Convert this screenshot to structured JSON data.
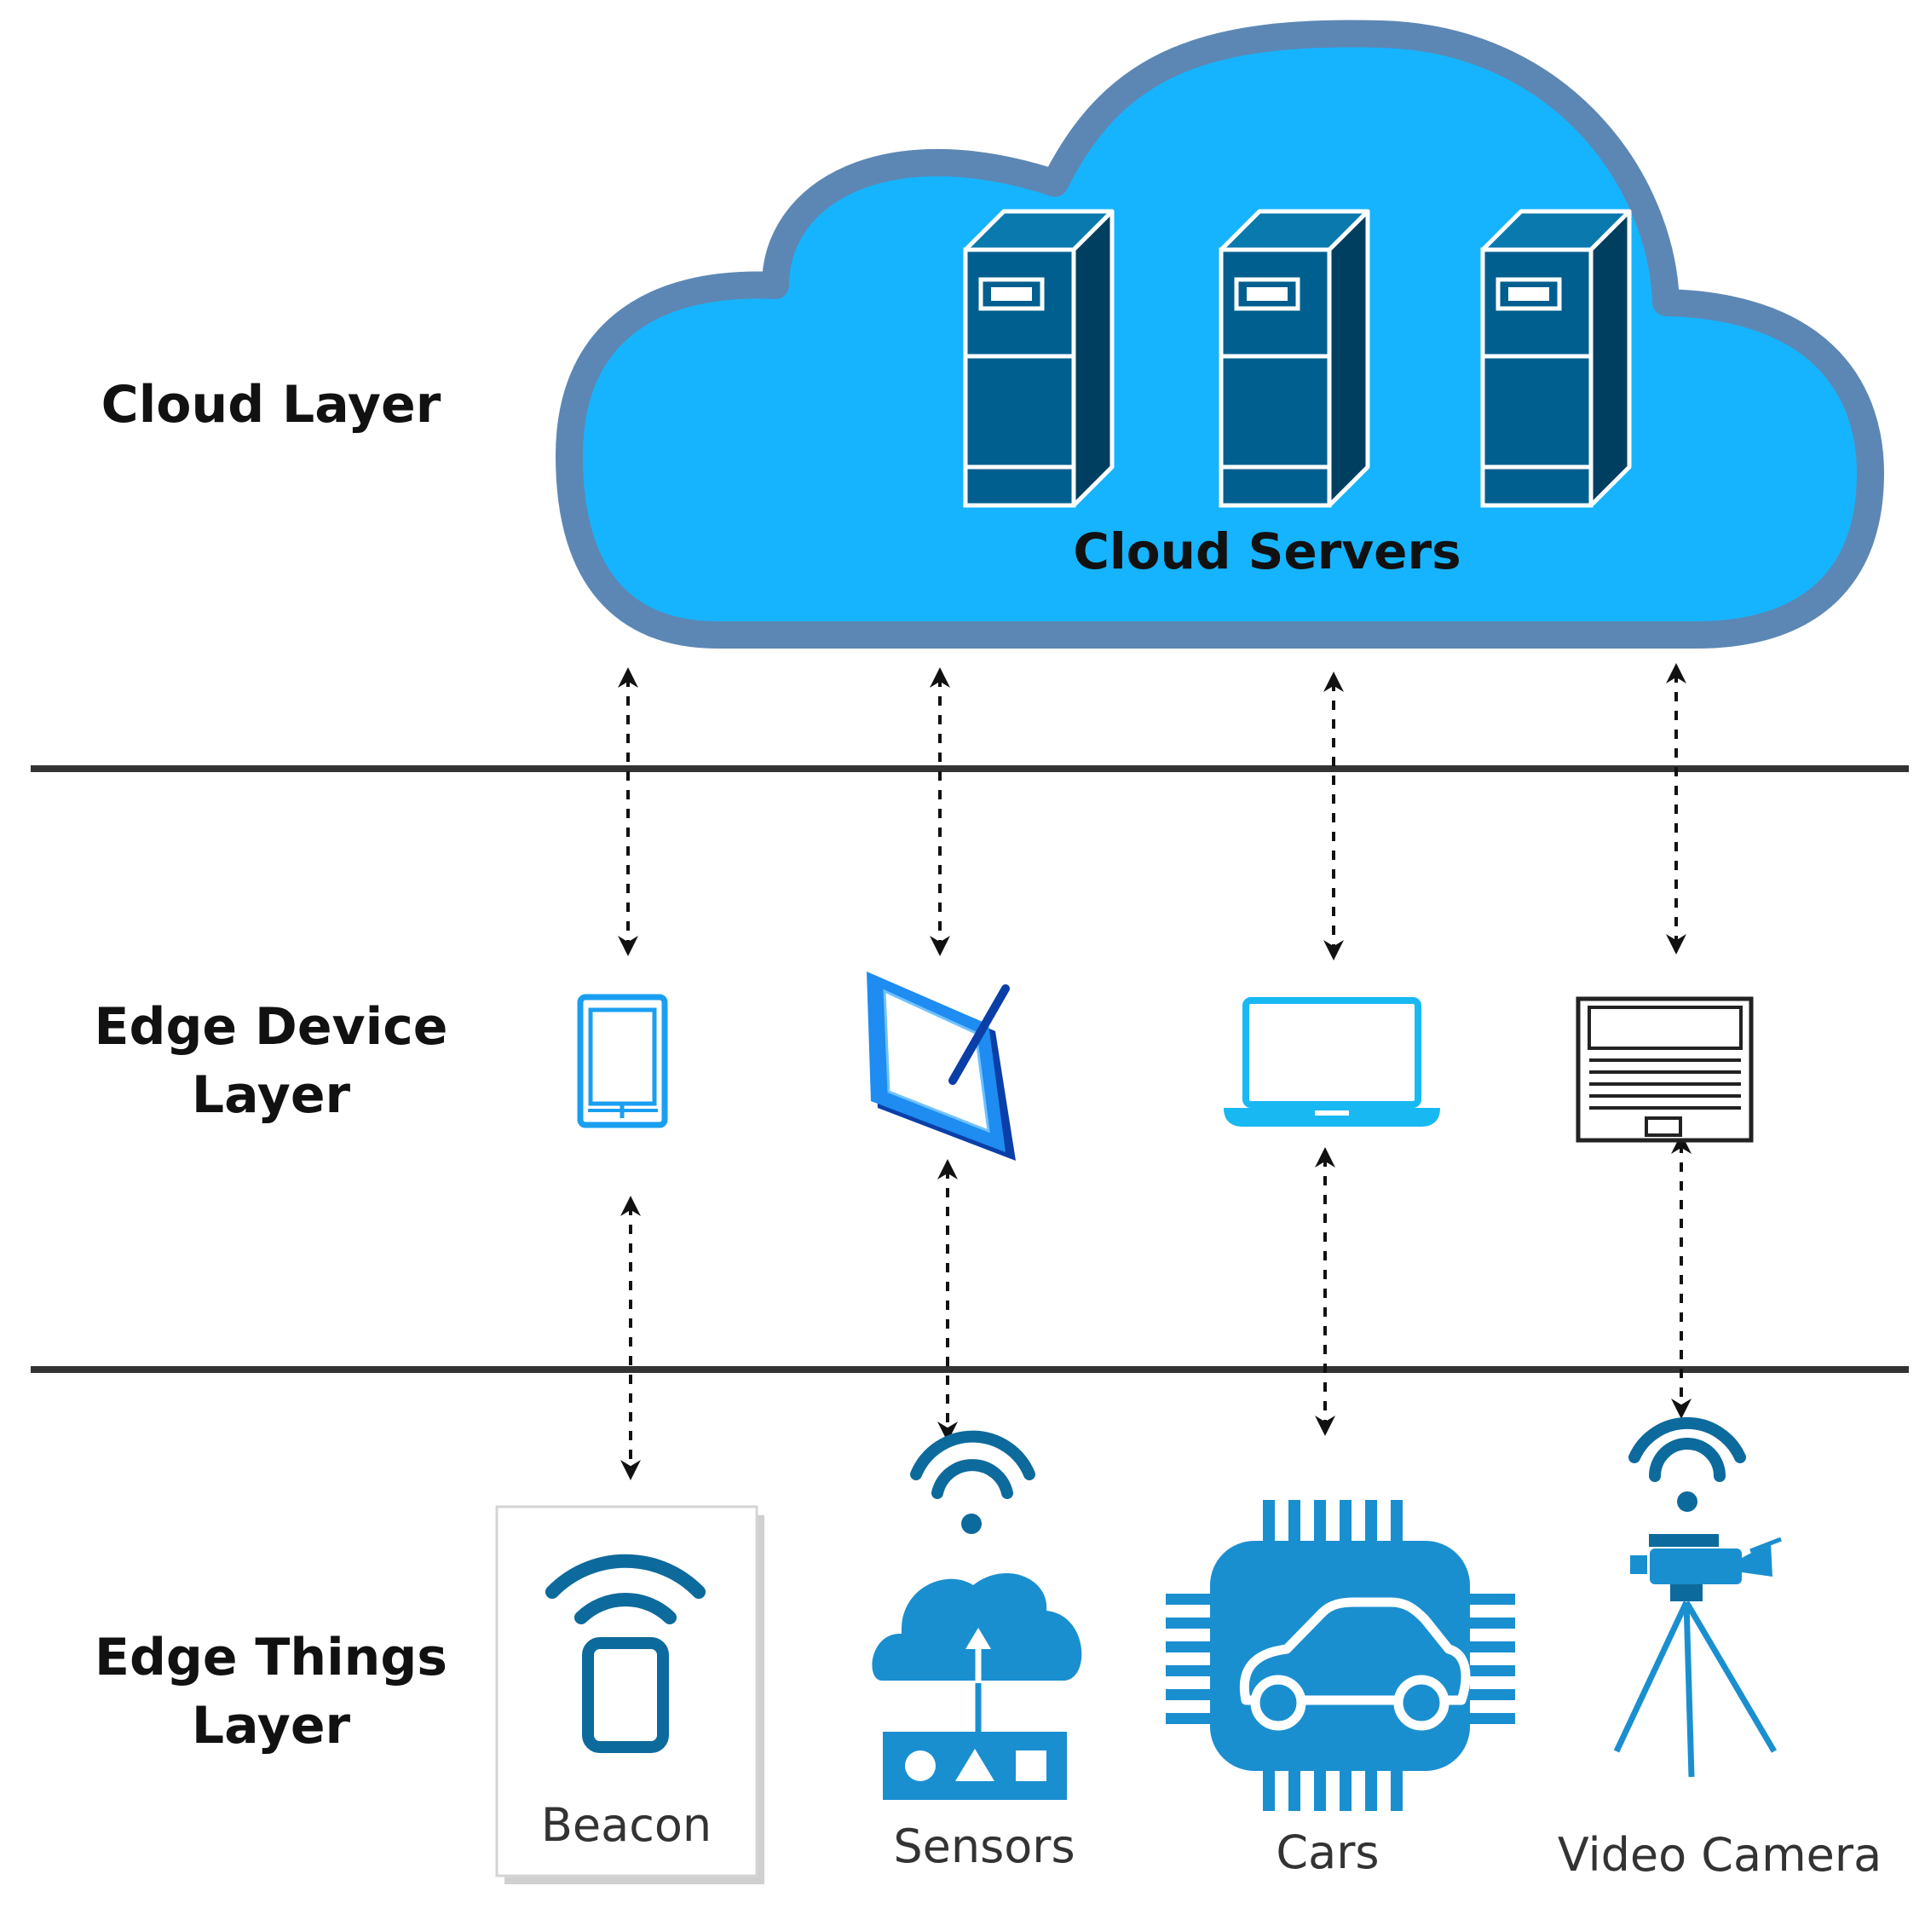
{
  "layers": {
    "cloud": "Cloud Layer",
    "edge_device_line1": "Edge Device",
    "edge_device_line2": "Layer",
    "edge_things_line1": "Edge Things",
    "edge_things_line2": "Layer"
  },
  "cloud": {
    "servers_label": "Cloud Servers",
    "server_icons": [
      "server-tower-icon",
      "server-tower-icon",
      "server-tower-icon"
    ]
  },
  "edge_devices": [
    {
      "icon": "tablet-icon"
    },
    {
      "icon": "drawing-tablet-icon"
    },
    {
      "icon": "laptop-icon"
    },
    {
      "icon": "desktop-terminal-icon"
    }
  ],
  "edge_things": [
    {
      "label": "Beacon",
      "icon": "beacon-icon"
    },
    {
      "label": "Sensors",
      "icon": "iot-sensor-icon"
    },
    {
      "label": "Cars",
      "icon": "car-chip-icon"
    },
    {
      "label": "Video Camera",
      "icon": "video-camera-icon"
    }
  ],
  "colors": {
    "cloud_fill": "#16b4ff",
    "cloud_outline": "#5c87b5",
    "server_fill": "#005f8e",
    "icon_blue": "#1a8fd0",
    "icon_dark_blue": "#0d6a9c",
    "line": "#333333"
  }
}
